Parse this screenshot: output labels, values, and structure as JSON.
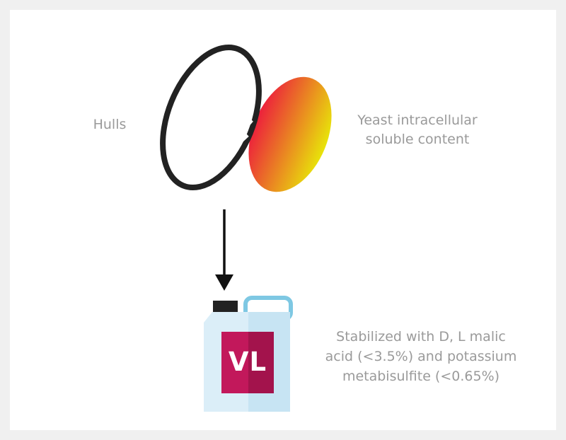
{
  "labels": {
    "hulls": "Hulls",
    "yeast_line1": "Yeast intracellular",
    "yeast_line2": "soluble content",
    "stabilized_line1": "Stabilized with D, L malic",
    "stabilized_line2": "acid (<3.5%) and potassium",
    "stabilized_line3": "metabisulfite (<0.65%)"
  },
  "container": {
    "badge_text": "VL",
    "badge_color": "#c2185b",
    "bottle_color": "#d6eaf5",
    "handle_color": "#7ec8e3",
    "cap_color": "#222222"
  },
  "colors": {
    "hull_stroke": "#222222",
    "yeast_gradient_start": "#ec1f3c",
    "yeast_gradient_end": "#e8e40a",
    "arrow": "#111111",
    "label_text": "#9a9a9a"
  }
}
